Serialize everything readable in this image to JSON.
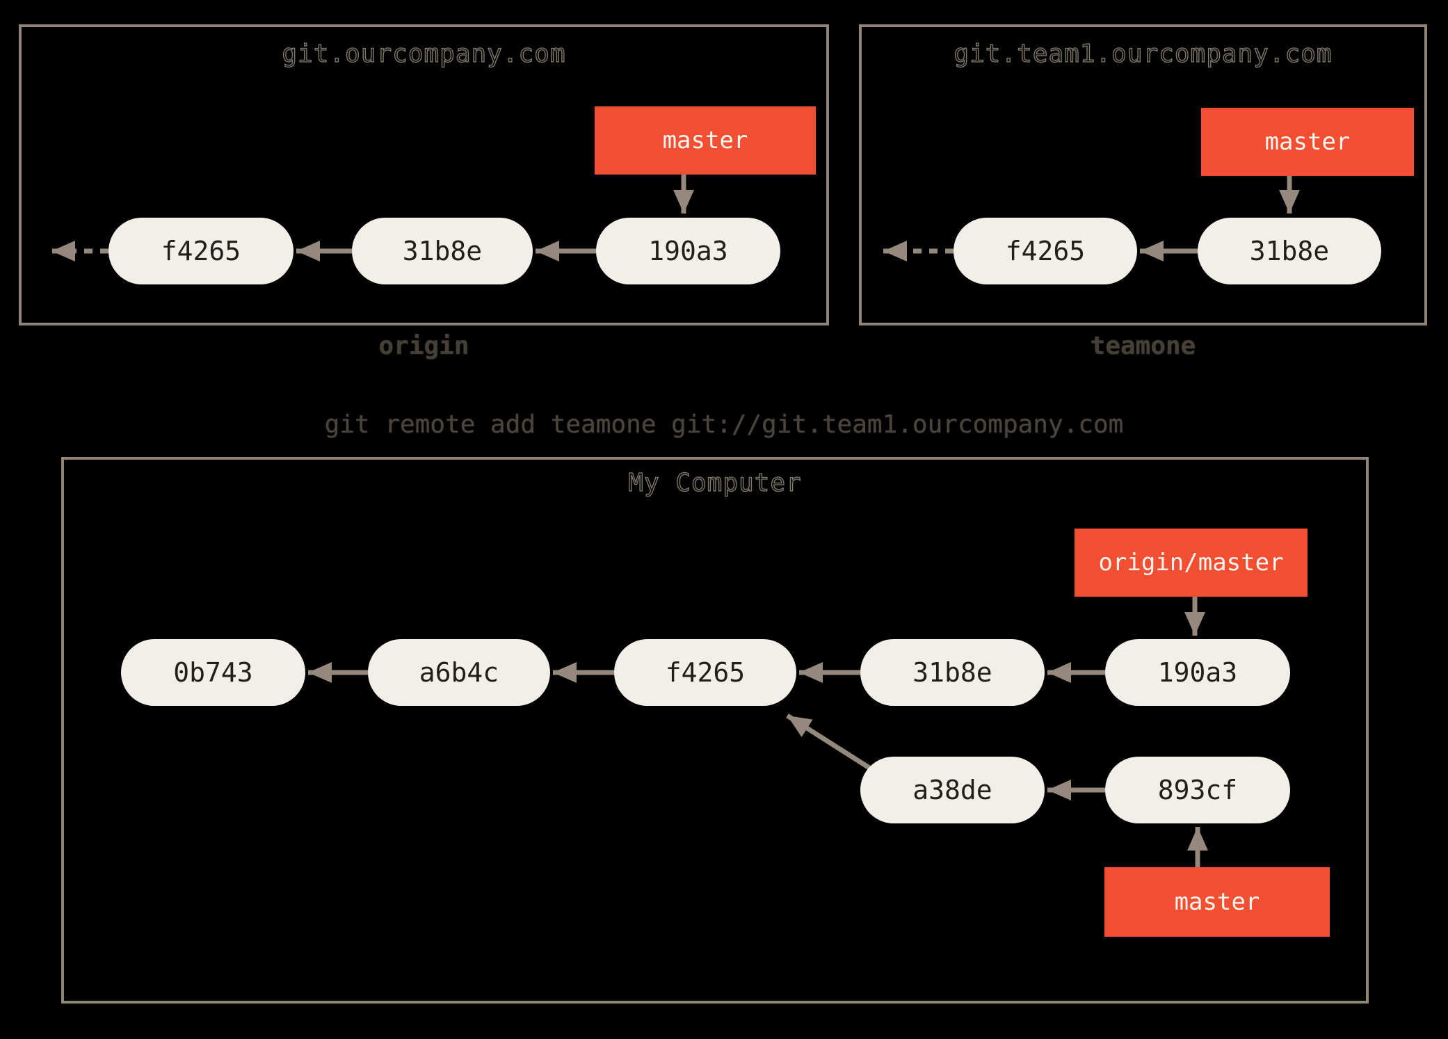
{
  "colors": {
    "background": "#000000",
    "frame_border": "#8f8678",
    "arrow": "#94897c",
    "commit_fill": "#f1efe8",
    "commit_text": "#211f1a",
    "branch_fill": "#f14e32",
    "branch_text": "#faf7f2",
    "server_name_text": "#463f36",
    "command_text": "#4c443b"
  },
  "command": "git remote add teamone git://git.team1.ourcompany.com",
  "remotes": [
    {
      "title": "git.ourcompany.com",
      "name": "origin",
      "branch_label": "master",
      "commits": [
        "f4265",
        "31b8e",
        "190a3"
      ]
    },
    {
      "title": "git.team1.ourcompany.com",
      "name": "teamone",
      "branch_label": "master",
      "commits": [
        "f4265",
        "31b8e"
      ]
    }
  ],
  "local": {
    "title": "My Computer",
    "remote_tracking_label": "origin/master",
    "branch_label": "master",
    "main_commits": [
      "0b743",
      "a6b4c",
      "f4265",
      "31b8e",
      "190a3"
    ],
    "topic_commits": [
      "a38de",
      "893cf"
    ]
  }
}
